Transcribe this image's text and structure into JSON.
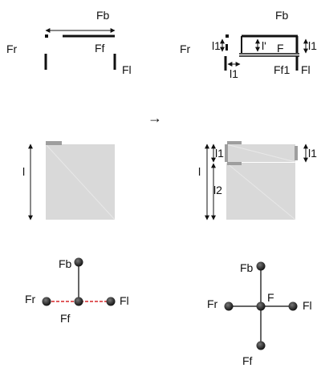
{
  "top_left": {
    "fb": "Fb",
    "fr": "Fr",
    "ff": "Ff",
    "fl": "Fl"
  },
  "top_right": {
    "fb": "Fb",
    "fr": "Fr",
    "l1_left": "l1",
    "l_prime": "l'",
    "f": "F",
    "l1_right": "l1",
    "l1_bottom": "l1",
    "ff1": "Ff1",
    "fl": "Fl"
  },
  "arrow": "→",
  "middle_left": {
    "l": "l"
  },
  "middle_right": {
    "l1_left": "l1",
    "l": "l",
    "l2": "l2",
    "l1_right": "l1"
  },
  "graph_left": {
    "fb": "Fb",
    "fr": "Fr",
    "fl": "Fl",
    "ff": "Ff"
  },
  "graph_right": {
    "fb": "Fb",
    "fr": "Fr",
    "f": "F",
    "fl": "Fl",
    "ff": "Ff"
  },
  "colors": {
    "panel": "#d9d9d9",
    "tab": "#9e9e9e",
    "edge": "#d62728",
    "node": "#333333"
  }
}
